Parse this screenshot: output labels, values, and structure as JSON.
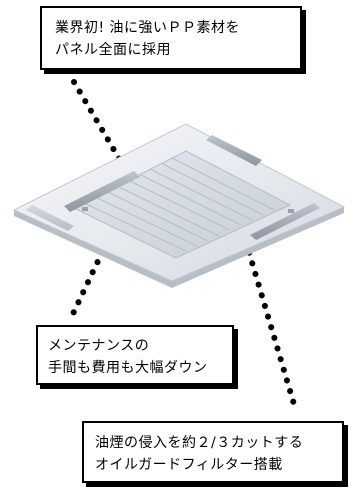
{
  "callouts": {
    "top": {
      "line1": "業界初! 油に強いＰＰ素材を",
      "line2": "パネル全面に採用"
    },
    "middle": {
      "line1": "メンテナンスの",
      "line2": "手間も費用も大幅ダウン"
    },
    "bottom": {
      "line1": "油煙の侵入を約２/３カットする",
      "line2": "オイルガードフィルター搭載"
    }
  },
  "icons": {
    "product": "ceiling-cassette-air-conditioner-panel-icon",
    "leaders": "dotted-leader-line"
  },
  "colors": {
    "panel_face": "#eceff3",
    "panel_edge": "#c9ced6",
    "grille": "#d7dce3",
    "outline": "#000000",
    "background": "#ffffff"
  }
}
